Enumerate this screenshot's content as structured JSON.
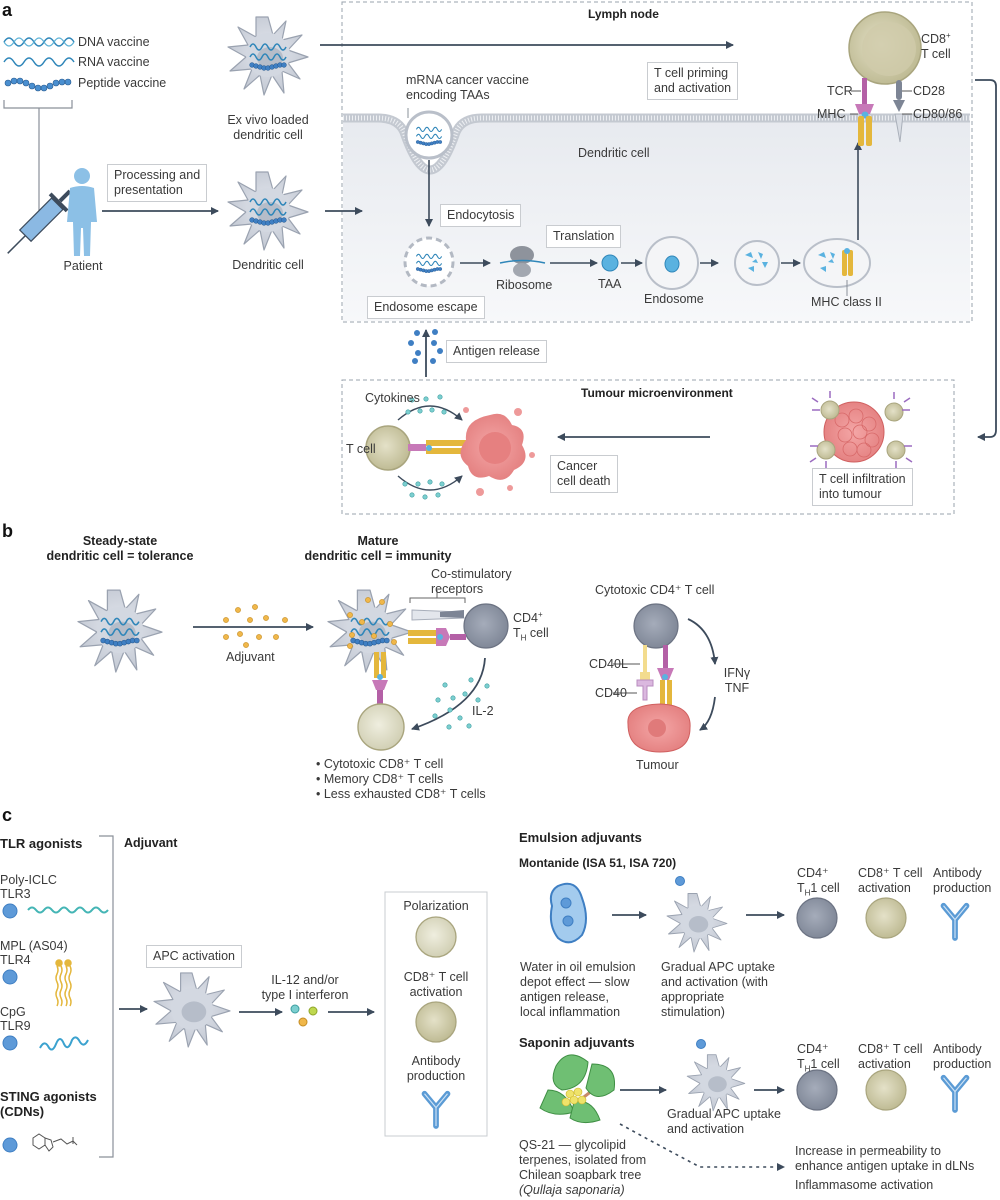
{
  "panel_a": {
    "label": "a",
    "legend": [
      "DNA vaccine",
      "RNA vaccine",
      "Peptide vaccine"
    ],
    "patient": "Patient",
    "processing": "Processing and\npresentation",
    "ex_vivo_dc": "Ex vivo loaded\ndendritic cell",
    "dc": "Dendritic cell",
    "lymph_node": "Lymph node",
    "mrna_vaccine": "mRNA cancer vaccine\nencoding TAAs",
    "dendritic_cell_membrane": "Dendritic cell",
    "endocytosis": "Endocytosis",
    "endosome_escape": "Endosome escape",
    "ribosome": "Ribosome",
    "translation": "Translation",
    "taa": "TAA",
    "endosome": "Endosome",
    "mhc_class_ii": "MHC class II",
    "priming": "T cell priming\nand activation",
    "cd8_t_cell_main": "CD8",
    "cd8_sup": "+",
    "cd8_t_cell_sub": "T cell",
    "tcr": "TCR",
    "mhc": "MHC",
    "cd28": "CD28",
    "cd80_86": "CD80/86",
    "antigen_release": "Antigen release",
    "tme": "Tumour microenvironment",
    "cytokines": "Cytokines",
    "t_cell": "T cell",
    "cancer_death": "Cancer\ncell death",
    "infiltration": "T cell infiltration\ninto tumour"
  },
  "panel_b": {
    "label": "b",
    "steady_title": "Steady-state\ndendritic cell = tolerance",
    "mature_title": "Mature\ndendritic cell = immunity",
    "adjuvant": "Adjuvant",
    "costim": "Co-stimulatory\nreceptors",
    "cd4_th_a": "CD4",
    "cd4_th_b": "T",
    "cd4_th_sub": "H",
    "cd4_th_c": " cell",
    "il2": "IL-2",
    "outcomes": [
      "Cytotoxic CD8⁺ T cell",
      "Memory CD8⁺  T cells",
      "Less exhausted CD8⁺  T cells"
    ],
    "cyto_cd4": "Cytotoxic CD4⁺ T cell",
    "cd40l": "CD40L",
    "cd40": "CD40",
    "ifng_tnf": "IFNγ\nTNF",
    "tumour": "Tumour"
  },
  "panel_c": {
    "label": "c",
    "tlr_title": "TLR agonists",
    "adjuvant_label": "Adjuvant",
    "tlr_items": [
      {
        "name": "Poly-ICLC",
        "receptor": "TLR3"
      },
      {
        "name": "MPL (AS04)",
        "receptor": "TLR4"
      },
      {
        "name": "CpG",
        "receptor": "TLR9"
      }
    ],
    "sting_title": "STING agonists\n(CDNs)",
    "apc_activation": "APC activation",
    "il12": "IL-12 and/or\ntype I interferon",
    "outcome_box": [
      "Polarization",
      "CD8⁺ T cell\nactivation",
      "Antibody\nproduction"
    ],
    "emulsion_title": "Emulsion adjuvants",
    "montanide": "Montanide (ISA 51, ISA 720)",
    "emulsion_desc": "Water in oil emulsion\ndepot effect — slow\nantigen release,\nlocal inflammation",
    "emulsion_apc": "Gradual APC uptake\nand activation (with\nappropriate\nstimulation)",
    "th1_a": "CD4⁺",
    "th1_b": "T",
    "th1_sub": "H",
    "th1_c": "1 cell",
    "cd8_act": "CD8⁺ T cell\nactivation",
    "antibody": "Antibody\nproduction",
    "saponin_title": "Saponin adjuvants",
    "saponin_apc": "Gradual APC uptake\nand activation",
    "qs21": "QS-21 — glycolipid\nterpenes, isolated from\nChilean soapbark tree",
    "qs21_species": "(Qullaja saponaria)",
    "permeability": "Increase in permeability to\nenhance antigen uptake in dLNs",
    "inflammasome": "Inflammasome activation"
  },
  "colors": {
    "arrow": "#3d4b5c",
    "dc_fill": "#d6dae2",
    "cd8_fill": "#d9d6b8",
    "cd4_fill": "#9da4b3",
    "tumour": "#ee8f8f",
    "antibody": "#5b9bd5",
    "helix": "#2f86b9",
    "peptide": "#3f7fc3",
    "mhc": "#e4b73c",
    "tcr": "#b460a6"
  }
}
